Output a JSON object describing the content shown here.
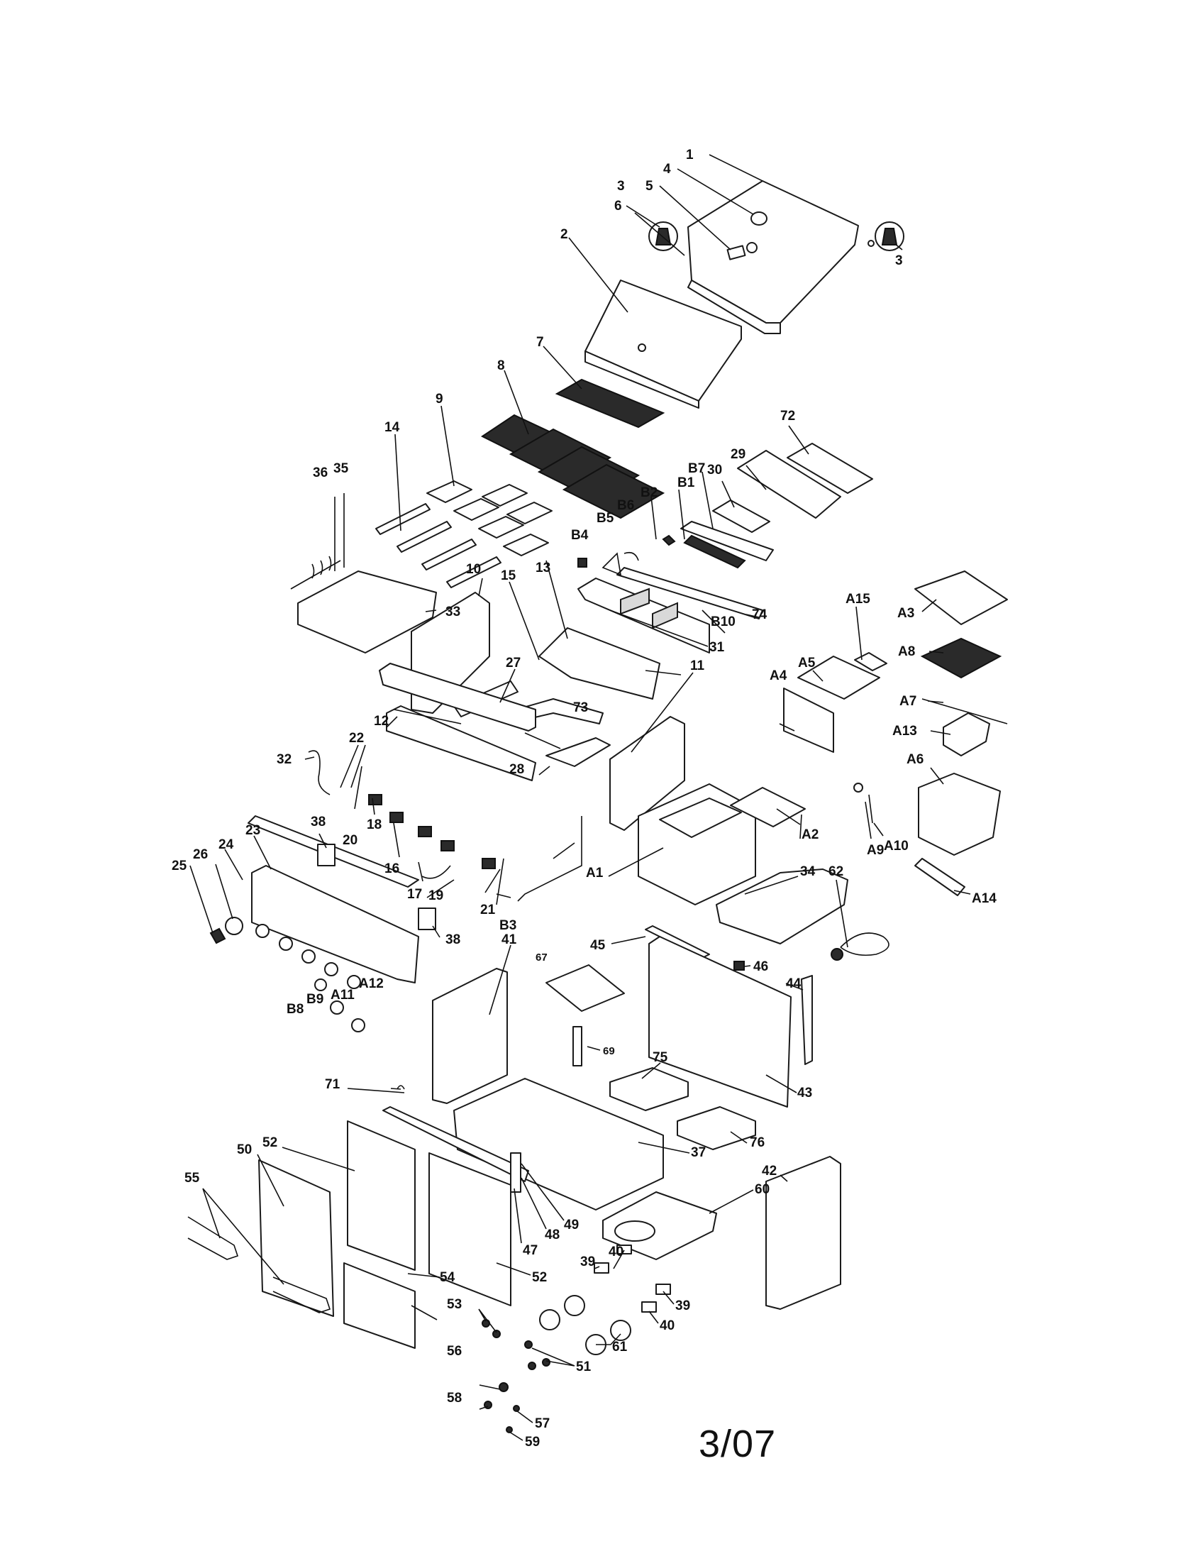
{
  "diagram": {
    "date": "3/07",
    "labels": {
      "p1": "1",
      "p2": "2",
      "p3a": "3",
      "p3b": "3",
      "p4": "4",
      "p5": "5",
      "p6": "6",
      "p7": "7",
      "p8": "8",
      "p9": "9",
      "p10": "10",
      "p11": "11",
      "p12": "12",
      "p13": "13",
      "p14": "14",
      "p15": "15",
      "p16": "16",
      "p17": "17",
      "p18": "18",
      "p19": "19",
      "p20": "20",
      "p21": "21",
      "p22": "22",
      "p23": "23",
      "p24": "24",
      "p25": "25",
      "p26": "26",
      "p27": "27",
      "p28": "28",
      "p29": "29",
      "p30": "30",
      "p31": "31",
      "p32": "32",
      "p33": "33",
      "p34": "34",
      "p35": "35",
      "p36": "36",
      "p37": "37",
      "p38a": "38",
      "p38b": "38",
      "p39a": "39",
      "p39b": "39",
      "p40a": "40",
      "p40b": "40",
      "p41": "41",
      "p42": "42",
      "p43": "43",
      "p44": "44",
      "p45": "45",
      "p46": "46",
      "p47": "47",
      "p48": "48",
      "p49": "49",
      "p50": "50",
      "p51": "51",
      "p52a": "52",
      "p52b": "52",
      "p53": "53",
      "p54": "54",
      "p55": "55",
      "p56": "56",
      "p57": "57",
      "p58": "58",
      "p59": "59",
      "p60": "60",
      "p61": "61",
      "p62": "62",
      "p67": "67",
      "p69": "69",
      "p71": "71",
      "p72": "72",
      "p73": "73",
      "p74": "74",
      "p75": "75",
      "p76": "76",
      "a1": "A1",
      "a2": "A2",
      "a3": "A3",
      "a4": "A4",
      "a5": "A5",
      "a6": "A6",
      "a7": "A7",
      "a8": "A8",
      "a9": "A9",
      "a10": "A10",
      "a11": "A11",
      "a12": "A12",
      "a13": "A13",
      "a14": "A14",
      "a15": "A15",
      "b1": "B1",
      "b2": "B2",
      "b3": "B3",
      "b4": "B4",
      "b5": "B5",
      "b6": "B6",
      "b7": "B7",
      "b8": "B8",
      "b9": "B9",
      "b10": "B10"
    }
  }
}
